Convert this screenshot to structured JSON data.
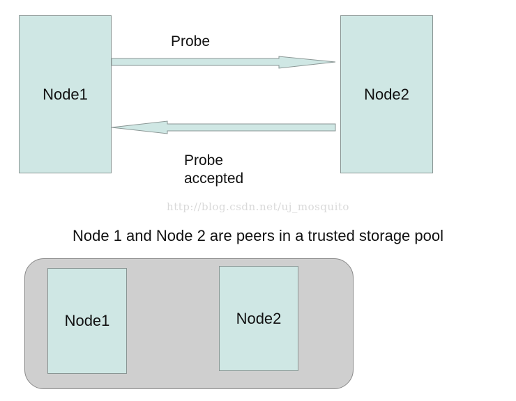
{
  "top": {
    "node1_label": "Node1",
    "node2_label": "Node2",
    "probe_label": "Probe",
    "accepted_label_line1": "Probe",
    "accepted_label_line2": "accepted"
  },
  "watermark": "http://blog.csdn.net/uj_mosquito",
  "pool": {
    "caption": "Node 1 and Node 2 are peers in a trusted storage pool",
    "node1_label": "Node1",
    "node2_label": "Node2"
  },
  "colors": {
    "node_fill": "#cfe7e4",
    "pool_fill": "#cfcfcf",
    "border": "#8a9694"
  }
}
